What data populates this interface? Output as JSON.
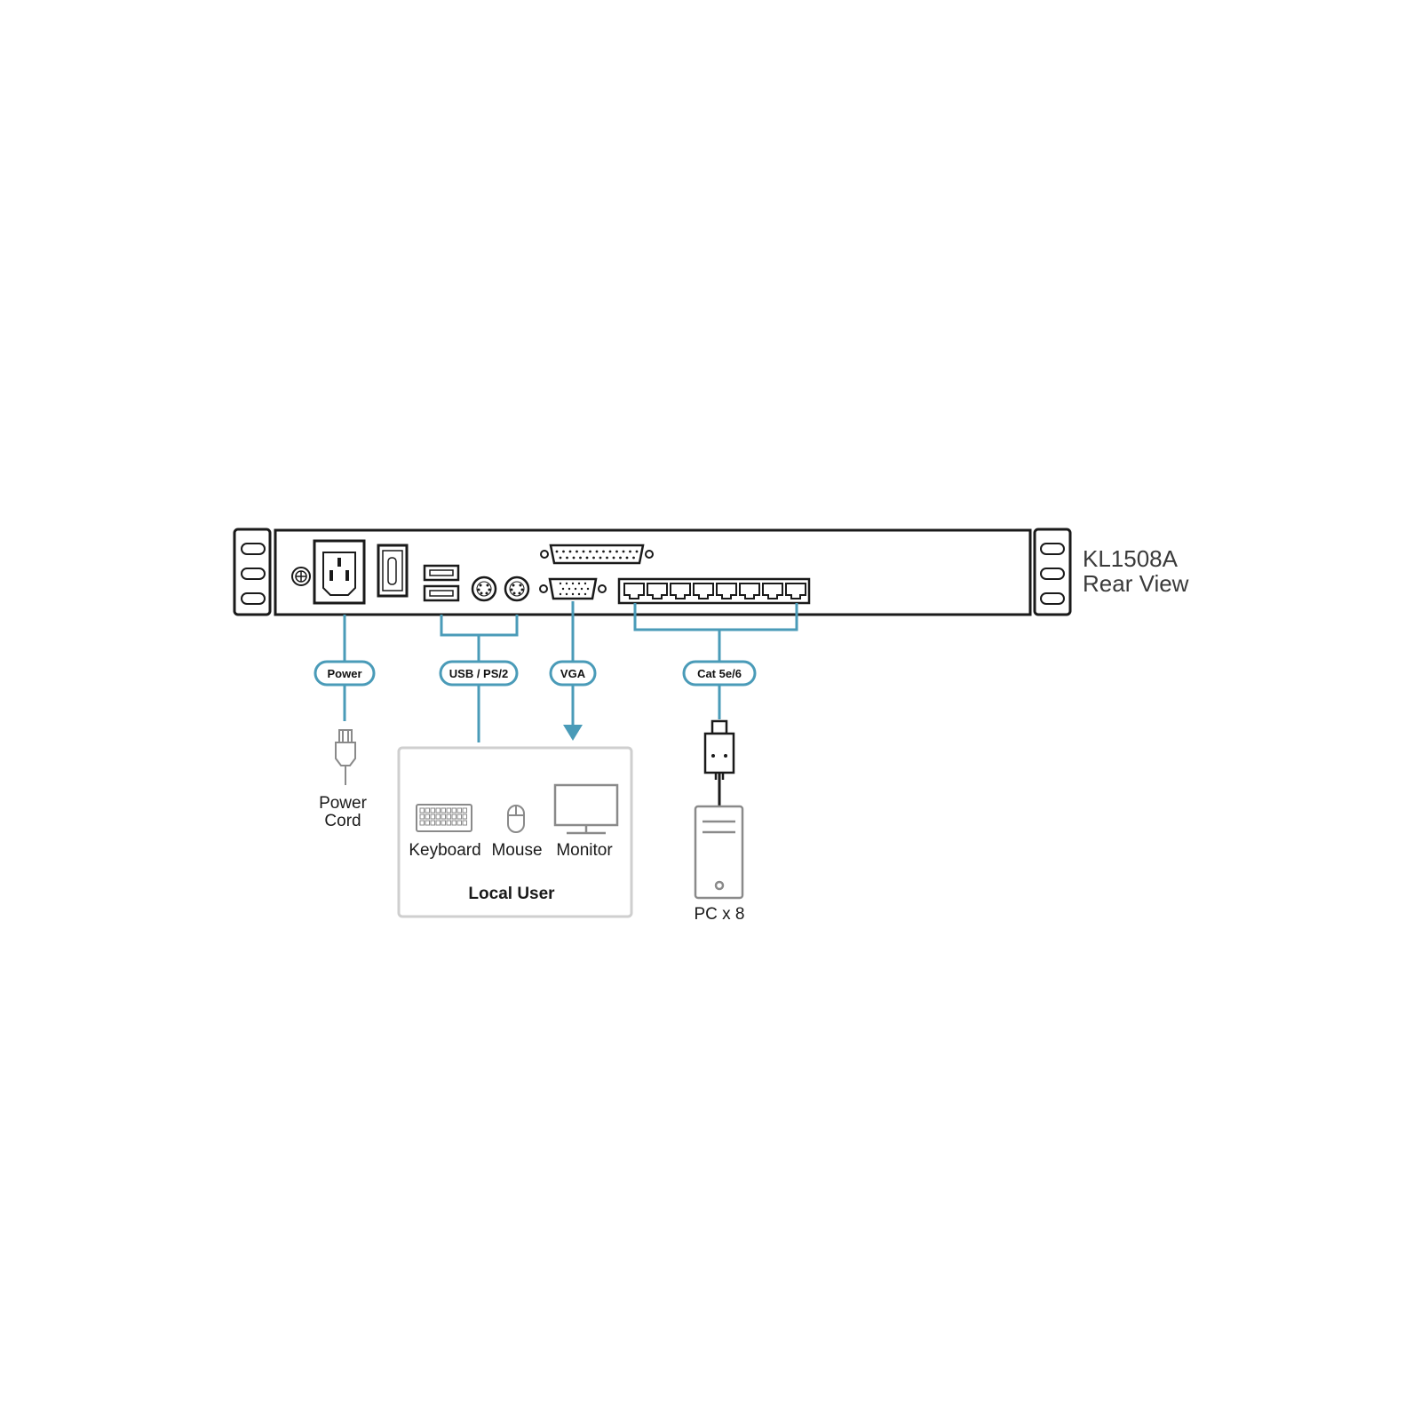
{
  "unit": {
    "model": "KL1508A",
    "view": "Rear View"
  },
  "connections": {
    "power": "Power",
    "usb_ps2": "USB / PS/2",
    "vga": "VGA",
    "cat": "Cat 5e/6"
  },
  "power_cord": {
    "line1": "Power",
    "line2": "Cord"
  },
  "local_user": {
    "keyboard": "Keyboard",
    "mouse": "Mouse",
    "monitor": "Monitor",
    "title": "Local User"
  },
  "pc": {
    "label": "PC x 8"
  },
  "colors": {
    "cable": "#4a9bb8",
    "outline": "#1a1a1a",
    "box_border": "#cfcfcf",
    "device_gray": "#8a8a8a"
  }
}
